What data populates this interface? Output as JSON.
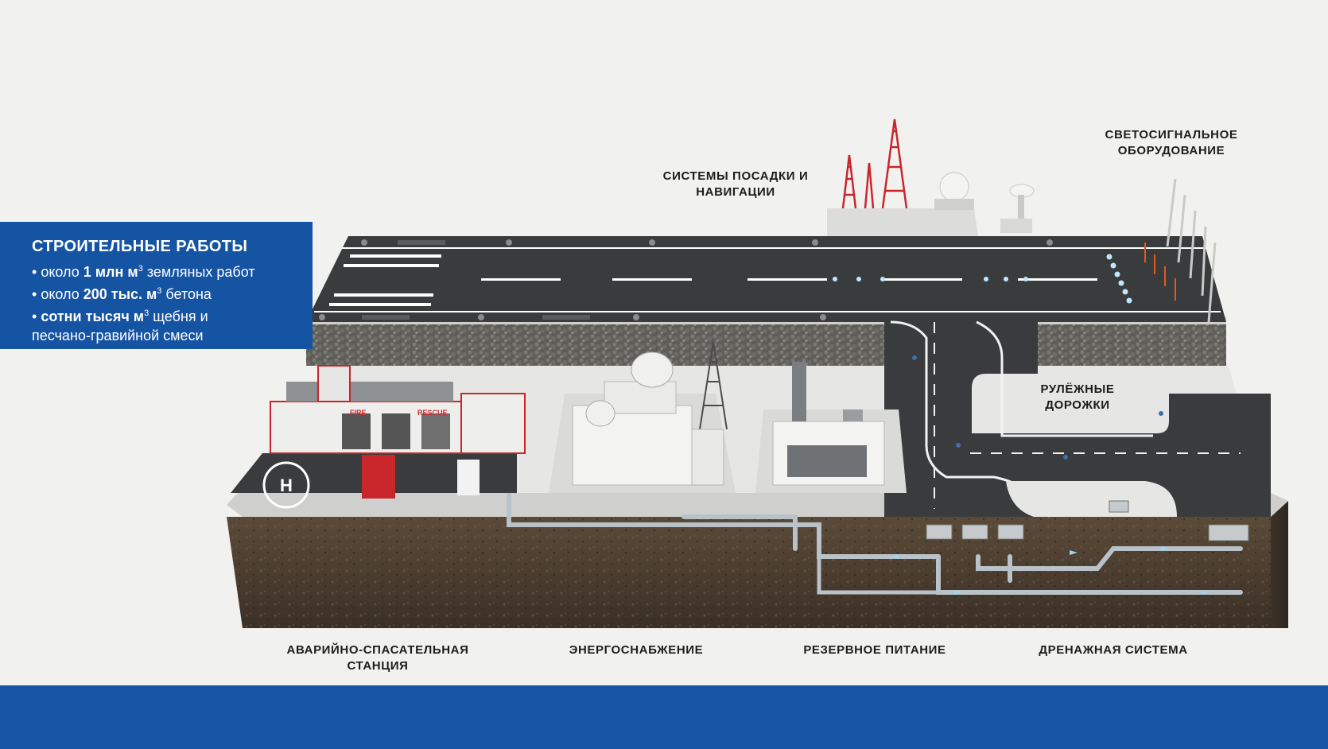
{
  "info_box": {
    "title": "СТРОИТЕЛЬНЫЕ РАБОТЫ",
    "lines": [
      {
        "bullet": "• ",
        "pre": "около ",
        "bold": "1 млн м",
        "sup": "3",
        "post": " земляных работ"
      },
      {
        "bullet": "• ",
        "pre": "около ",
        "bold": "200 тыс. м",
        "sup": "3",
        "post": " бетона"
      },
      {
        "bullet": "• ",
        "pre": "",
        "bold": "сотни тысяч м",
        "sup": "3",
        "post": " щебня и"
      },
      {
        "bullet": "",
        "pre": "песчано-гравийной смеси",
        "bold": "",
        "sup": "",
        "post": ""
      }
    ]
  },
  "labels": {
    "landing_nav": [
      "СИСТЕМЫ ПОСАДКИ И",
      "НАВИГАЦИИ"
    ],
    "lighting": [
      "СВЕТОСИГНАЛЬНОЕ",
      "ОБОРУДОВАНИЕ"
    ],
    "taxiways": [
      "РУЛЁЖНЫЕ",
      "ДОРОЖКИ"
    ],
    "rescue": [
      "АВАРИЙНО-СПАСАТЕЛЬНАЯ",
      "СТАНЦИЯ"
    ],
    "power": [
      "ЭНЕРГОСНАБЖЕНИЕ"
    ],
    "backup": [
      "РЕЗЕРВНОЕ ПИТАНИЕ"
    ],
    "drainage": [
      "ДРЕНАЖНАЯ СИСТЕМА"
    ]
  },
  "building_signs": {
    "fire": "FIRE",
    "rescue": "RESCUE",
    "helipad": "H"
  },
  "colors": {
    "brand_blue": "#1553a3",
    "asphalt": "#3a3b3d",
    "soil": "#4a3e30",
    "gravel": "#5d5b57",
    "concrete": "#e4e5e3",
    "fire_red": "#c8262b",
    "light_blue": "#9bd3f5"
  }
}
